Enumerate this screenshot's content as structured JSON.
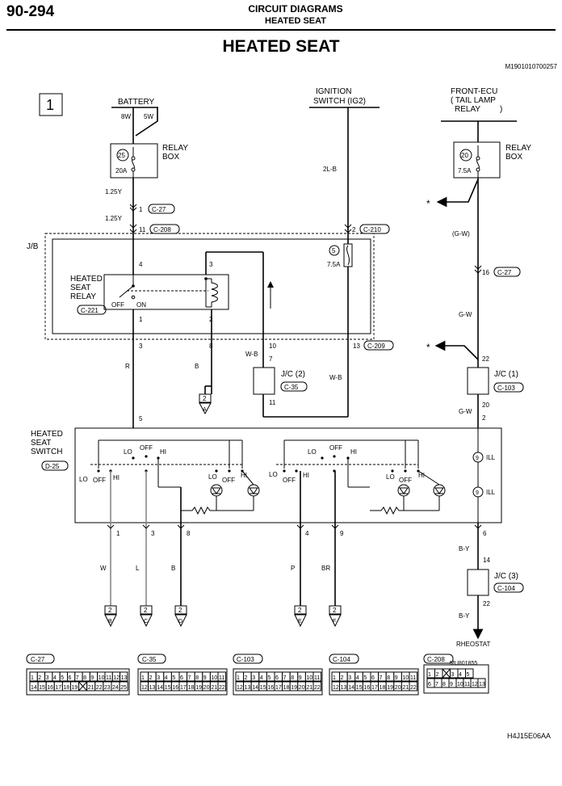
{
  "header": {
    "page_number": "90-294",
    "section": "CIRCUIT DIAGRAMS",
    "subsection": "HEATED SEAT"
  },
  "title": "HEATED SEAT",
  "doc_code": "M1901010700257",
  "figure_code": "H4J15E06AA",
  "diagram_index": "1",
  "sources": {
    "battery": "BATTERY",
    "battery_wires": [
      "8W",
      "5W"
    ],
    "ignition_l1": "IGNITION",
    "ignition_l2": "SWITCH (IG2)",
    "front_ecu_l1": "FRONT-ECU",
    "front_ecu_l2": "( TAIL LAMP",
    "front_ecu_l3": "RELAY",
    "front_ecu_l4": ")"
  },
  "relay_box_left": {
    "l1": "RELAY",
    "l2": "BOX",
    "fuse": "25",
    "rating": "20A"
  },
  "relay_box_right": {
    "l1": "RELAY",
    "l2": "BOX",
    "fuse": "20",
    "rating": "7.5A"
  },
  "jb": {
    "label": "J/B",
    "fuse": "5",
    "rating": "7.5A"
  },
  "relay": {
    "l1": "HEATED",
    "l2": "SEAT",
    "l3": "RELAY",
    "conn": "C-221",
    "off": "OFF",
    "on": "ON"
  },
  "switch": {
    "l1": "HEATED",
    "l2": "SEAT",
    "l3": "SWITCH",
    "conn": "D-25",
    "lo": "LO",
    "off": "OFF",
    "hi": "HI",
    "ill": "ILL"
  },
  "jc": {
    "jc2": "J/C (2)",
    "jc2_conn": "C-35",
    "jc1": "J/C (1)",
    "jc1_conn": "C-103",
    "jc3": "J/C (3)",
    "jc3_conn": "C-104"
  },
  "wires": {
    "w125y": "1.25Y",
    "w2lb": "2L-B",
    "wgw_paren": "(G-W)",
    "wgw": "G-W",
    "wr": "R",
    "wb": "B",
    "wwb": "W-B",
    "wby": "B-Y",
    "ww": "W",
    "wl": "L",
    "wp": "P",
    "wbr": "BR"
  },
  "connectors": {
    "c27": "C-27",
    "c208": "C-208",
    "c210": "C-210",
    "c209": "C-209",
    "c35": "C-35",
    "c103": "C-103",
    "c104": "C-104",
    "c221": "C-221",
    "d25": "D-25"
  },
  "pins": {
    "p1": "1",
    "p2": "2",
    "p3": "3",
    "p4": "4",
    "p5": "5",
    "p6": "6",
    "p7": "7",
    "p8": "8",
    "p9": "9",
    "p10": "10",
    "p11": "11",
    "p13": "13",
    "p14": "14",
    "p16": "16",
    "p20": "20",
    "p22": "22"
  },
  "refs": {
    "page": "2",
    "a": "A",
    "b": "B",
    "c": "C",
    "d": "D",
    "e": "E",
    "f": "F",
    "asterisk": "*"
  },
  "rheostat": "RHEOSTAT",
  "connector_faces": {
    "c208_code": "MU801855",
    "c27_row1": [
      "1",
      "2",
      "3",
      "4",
      "5",
      "6",
      "7",
      "8",
      "9",
      "10",
      "11",
      "12",
      "13"
    ],
    "c27_row2": [
      "14",
      "15",
      "16",
      "17",
      "18",
      "19",
      "",
      "21",
      "22",
      "23",
      "24",
      "25"
    ],
    "c35_row1": [
      "1",
      "2",
      "3",
      "4",
      "5",
      "6",
      "7",
      "8",
      "9",
      "10",
      "11"
    ],
    "c35_row2": [
      "12",
      "13",
      "14",
      "15",
      "16",
      "17",
      "18",
      "19",
      "20",
      "21",
      "22"
    ],
    "c208_row1": [
      "1",
      "2",
      "",
      "3",
      "4",
      "5"
    ],
    "c208_row2": [
      "6",
      "7",
      "8",
      "9",
      "10",
      "11",
      "12",
      "13"
    ]
  }
}
